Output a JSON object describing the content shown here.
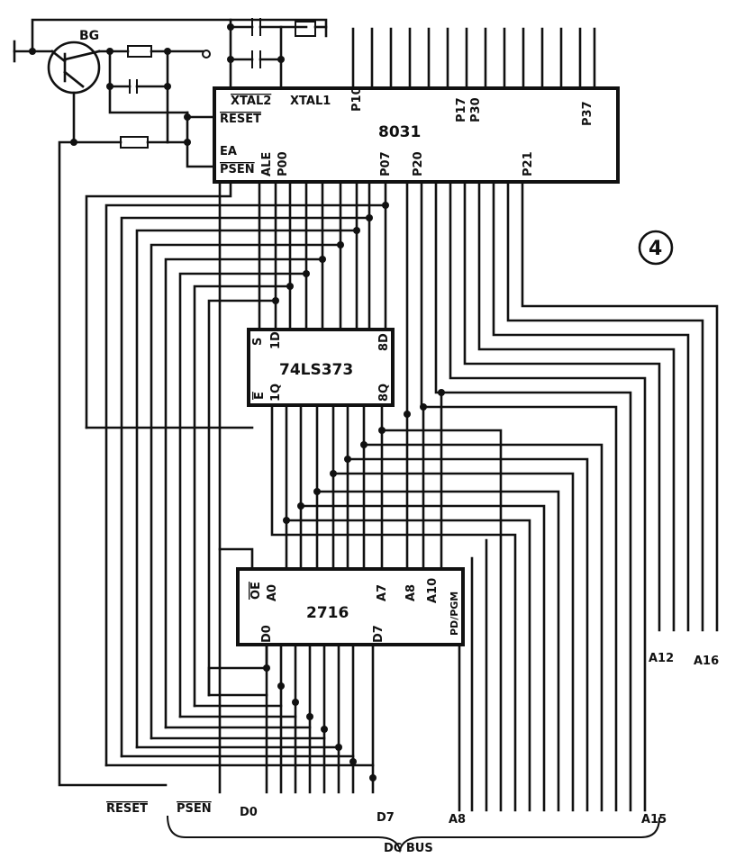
{
  "transistor_label": "BG",
  "figure_number": "4",
  "chips": {
    "mcu": {
      "name": "8031",
      "pins": {
        "xtal2": "XTAL2",
        "xtal1": "XTAL1",
        "p10": "P10",
        "p17": "P17",
        "p30": "P30",
        "p37": "P37",
        "reset": "RESET",
        "ea": "EA",
        "psen": "PSEN",
        "ale": "ALE",
        "p00": "P00",
        "p07": "P07",
        "p20": "P20",
        "p21": "P21"
      }
    },
    "latch": {
      "name": "74LS373",
      "pins": {
        "s": "S",
        "d1": "1D",
        "d8": "8D",
        "e": "E",
        "q1": "1Q",
        "q8": "8Q"
      }
    },
    "eprom": {
      "name": "2716",
      "pins": {
        "oe": "OE",
        "a0": "A0",
        "a7": "A7",
        "a8": "A8",
        "a10": "A10",
        "pd": "PD/PGM",
        "d0": "D0",
        "d7": "D7"
      }
    }
  },
  "bus_labels": {
    "reset": "RESET",
    "psen": "PSEN",
    "d0": "D0",
    "d7": "D7",
    "a8": "A8",
    "a15": "A15",
    "a12": "A12",
    "a16": "A16",
    "bus": "DC BUS"
  }
}
